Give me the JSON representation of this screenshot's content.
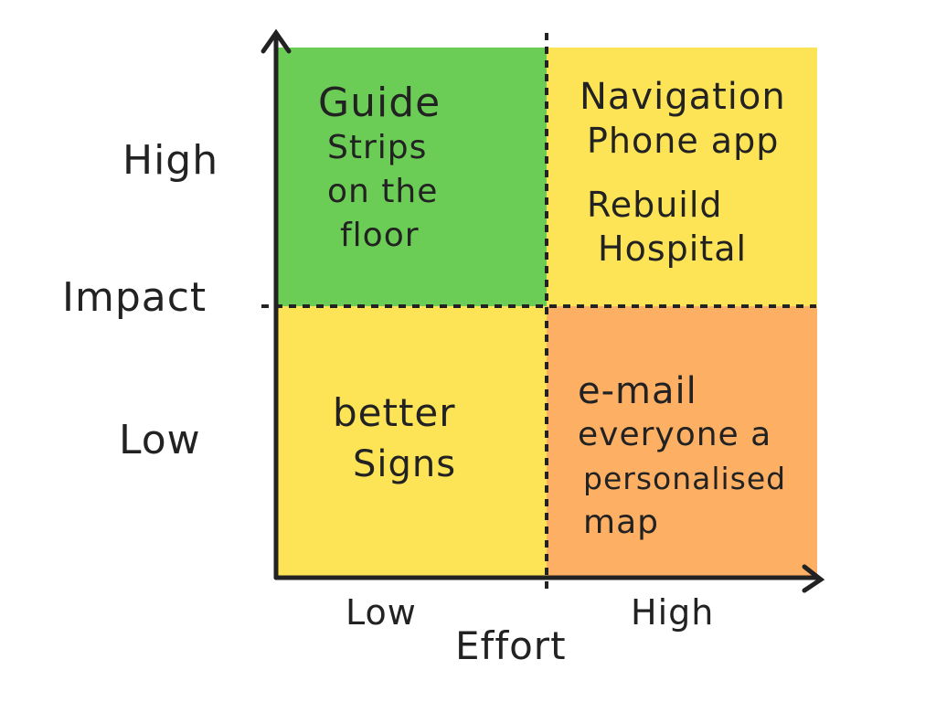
{
  "colors": {
    "high_impact_low_effort": "#6ccd56",
    "high_impact_high_effort": "#fde456",
    "low_impact_low_effort": "#fde456",
    "low_impact_high_effort": "#fdaf64",
    "ink": "#222222"
  },
  "y_axis": {
    "label": "Impact",
    "high_label": "High",
    "low_label": "Low"
  },
  "x_axis": {
    "label": "Effort",
    "low_label": "Low",
    "high_label": "High"
  },
  "quadrants": {
    "top_left": {
      "title": "Guide",
      "lines": [
        "Strips",
        "on the",
        "floor"
      ]
    },
    "top_right": {
      "item1_line1": "Navigation",
      "item1_line2": "Phone app",
      "item2_line1": "Rebuild",
      "item2_line2": "Hospital"
    },
    "bottom_left": {
      "lines": [
        "better",
        "Signs"
      ]
    },
    "bottom_right": {
      "lines": [
        "e-mail",
        "everyone a",
        "personalised",
        "map"
      ]
    }
  }
}
